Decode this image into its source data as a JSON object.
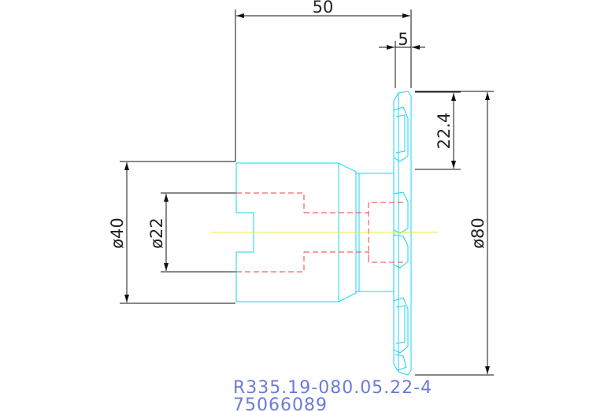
{
  "dimensions": {
    "overall_length": "50",
    "flange_thickness": "5",
    "insert_height": "22.4",
    "shank_diameter": "ø40",
    "bore_diameter": "ø22",
    "cutter_diameter": "ø80"
  },
  "product": {
    "code": "R335.19-080.05.22-4",
    "number": "75066089"
  },
  "colors": {
    "part_outline": "#18d4f0",
    "hidden_line": "#f03c3c",
    "center_line": "#e8e84a",
    "dimension": "#111111",
    "product_text": "#6a7bd8",
    "background": "#ffffff"
  }
}
